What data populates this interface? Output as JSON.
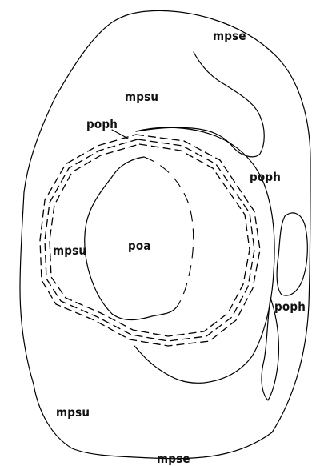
{
  "labels": {
    "mpse_top": "mpse",
    "mpsu_top": "mpsu",
    "poph_pointer": "poph",
    "poph_right_upper": "poph",
    "mpsu_left": "mpsu",
    "poa": "poa",
    "poph_right_lower": "poph",
    "mpsu_bottom_left": "mpsu",
    "mpse_bottom": "mpse"
  },
  "colors": {
    "line": "#000000",
    "text": "#111111",
    "background": "#ffffff"
  }
}
